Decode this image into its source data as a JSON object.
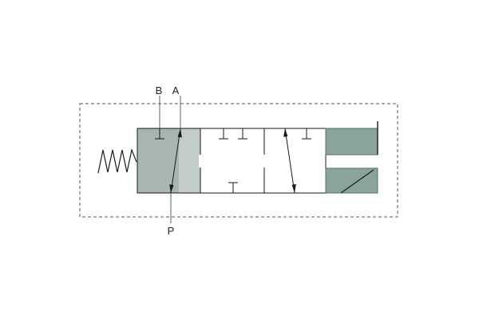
{
  "ports": {
    "b": "B",
    "a": "A",
    "p": "P"
  },
  "colors": {
    "envelope_left": "#a7b6b1",
    "envelope_left_light": "#c2cdca",
    "actuator_fill": "#8aa39d",
    "actuator_stroke": "#56706a",
    "line": "#1a1a1a",
    "dashed_border": "#555555"
  },
  "valve": {
    "positions": 3,
    "actuation_left": "spring",
    "actuation_right": "solenoid"
  }
}
